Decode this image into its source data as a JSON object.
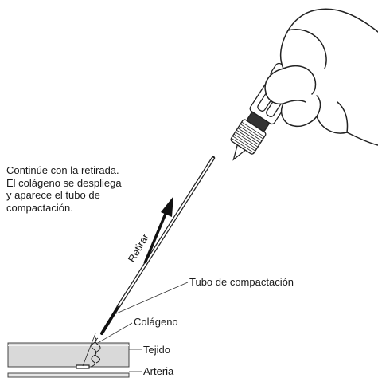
{
  "instructions": {
    "lines": [
      "Continúe con la retirada.",
      "El colágeno se despliega",
      "y aparece el tubo de",
      "compactación."
    ]
  },
  "labels": {
    "withdraw": "Retirar",
    "compaction_tube": "Tubo de compactación",
    "collagen": "Colágeno",
    "tissue": "Tejido",
    "artery": "Arteria"
  }
}
